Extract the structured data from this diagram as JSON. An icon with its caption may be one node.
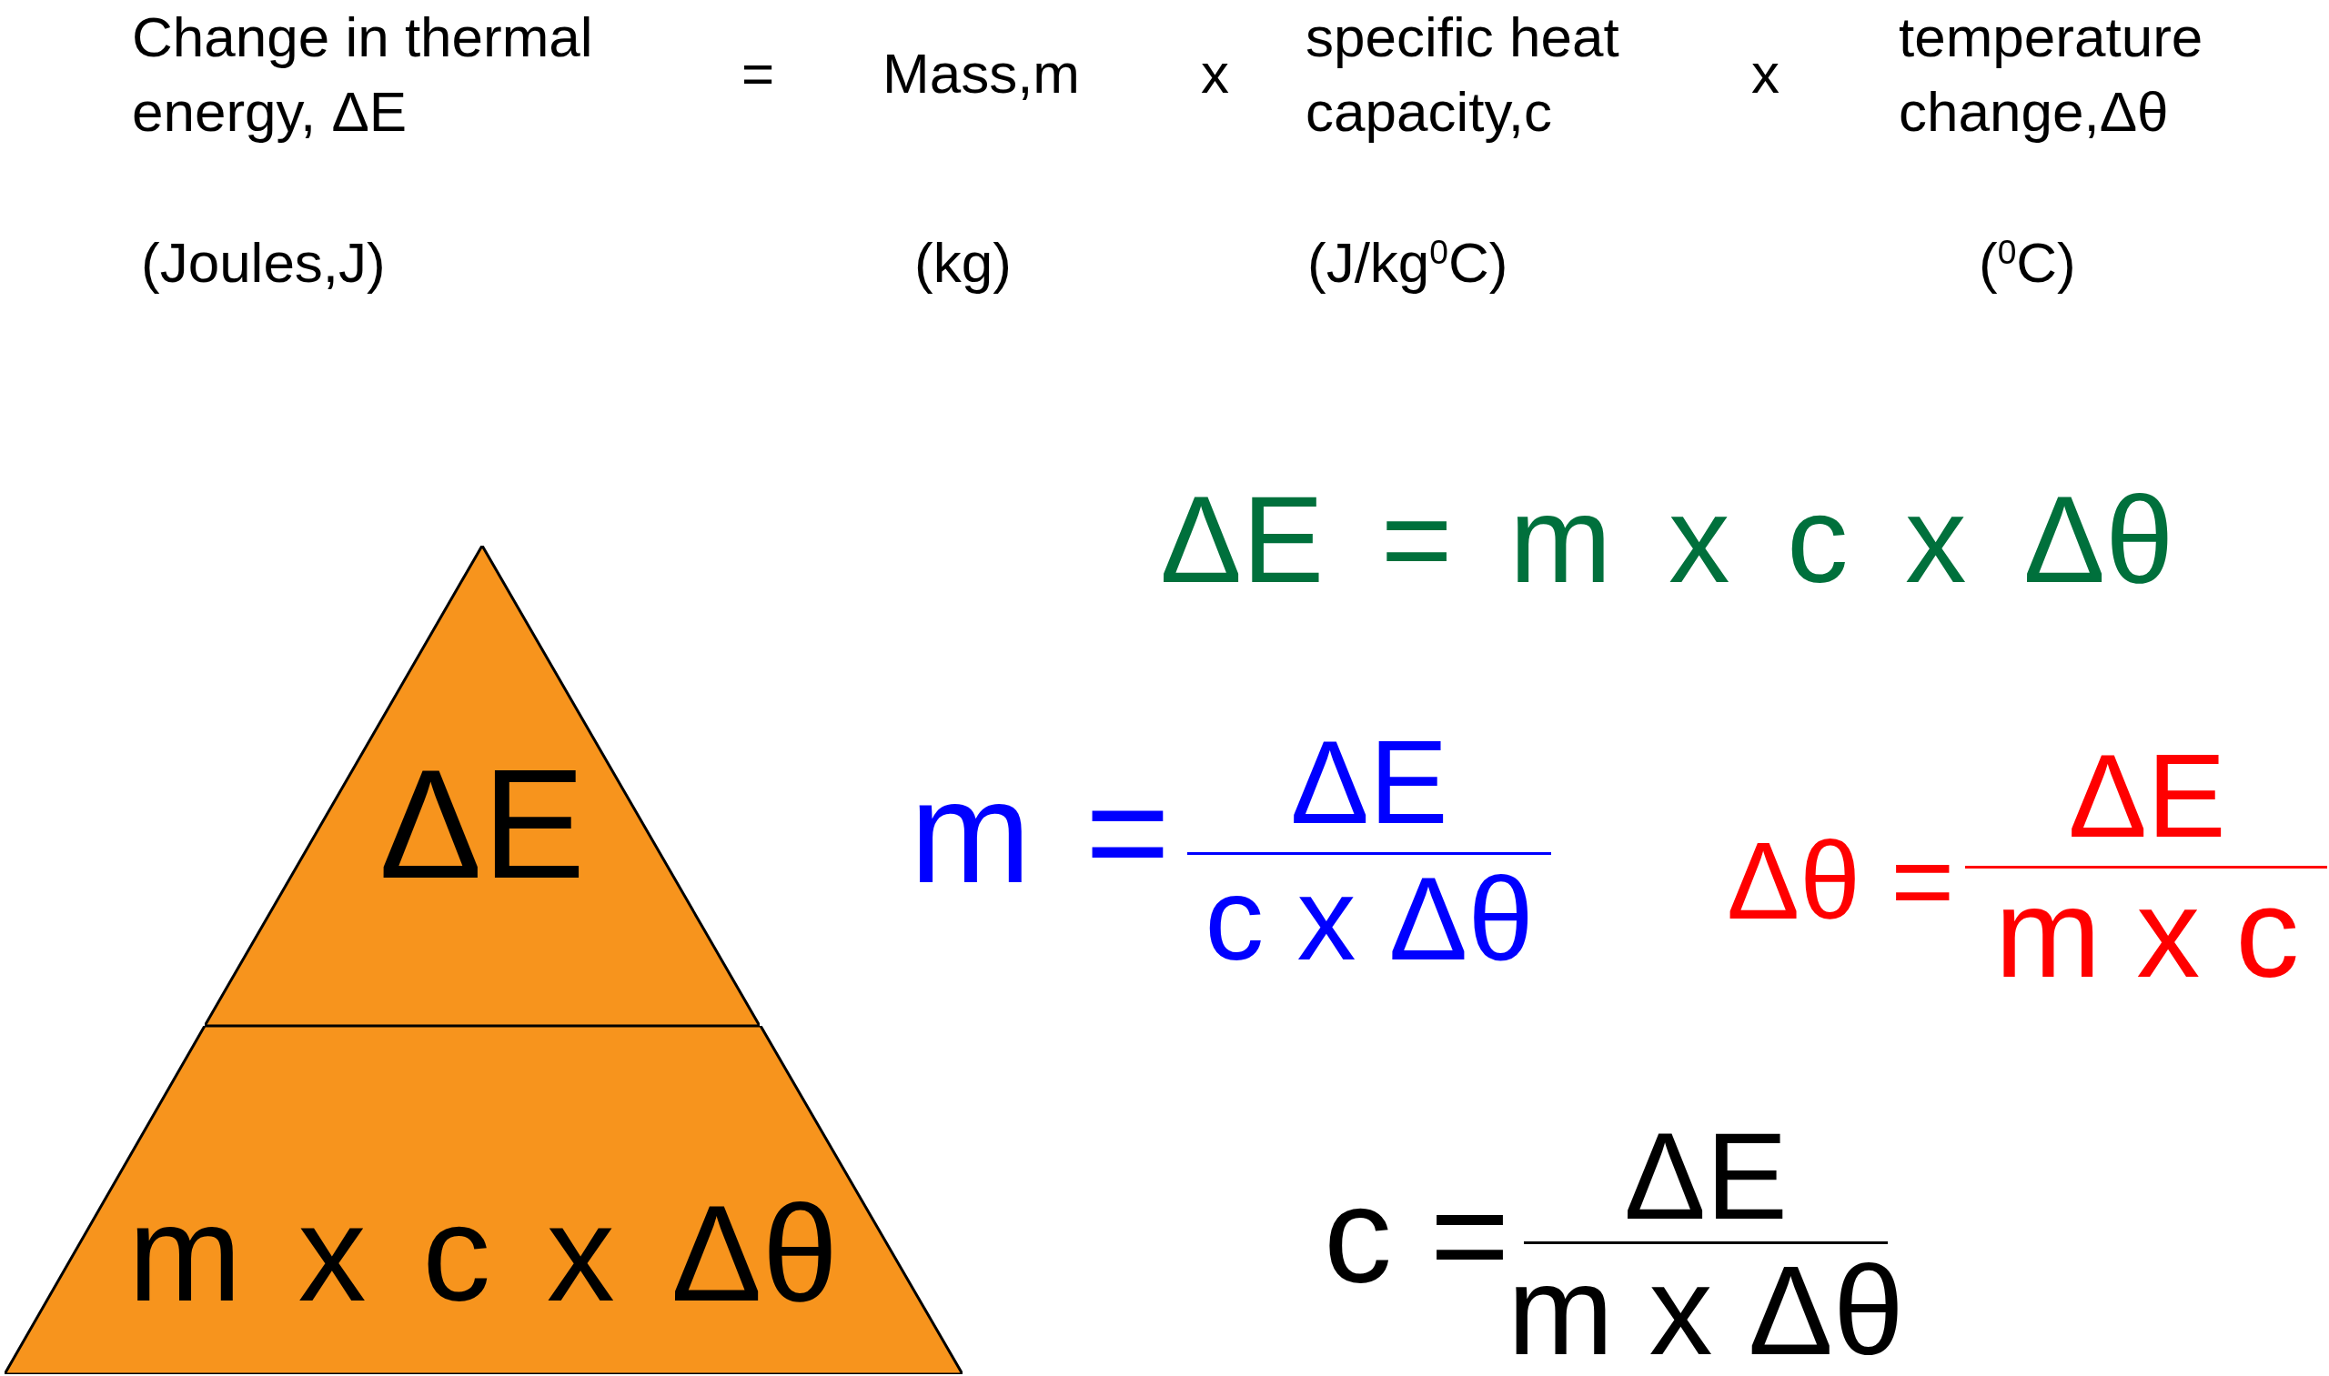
{
  "diagram": {
    "nodes": [
      {
        "text": [
          "ΔE"
        ]
      },
      {
        "text": [
          "m x c x Δθ"
        ]
      }
    ],
    "labels": [
      "Change in thermal energy, ΔE",
      "=",
      "Mass,m",
      "x",
      "specific heat capacity,c",
      "x",
      "temperature change,Δθ",
      "(Joules,J)",
      "(kg)",
      "(J/kg$^{0}$C)",
      "($^{0}$C)",
      "ΔE = m x c x Δθ",
      "m =",
      "ΔE",
      "c x Δθ",
      "Δθ =",
      "ΔE",
      "m x c",
      "c =",
      "ΔE",
      "m x Δθ"
    ]
  }
}
